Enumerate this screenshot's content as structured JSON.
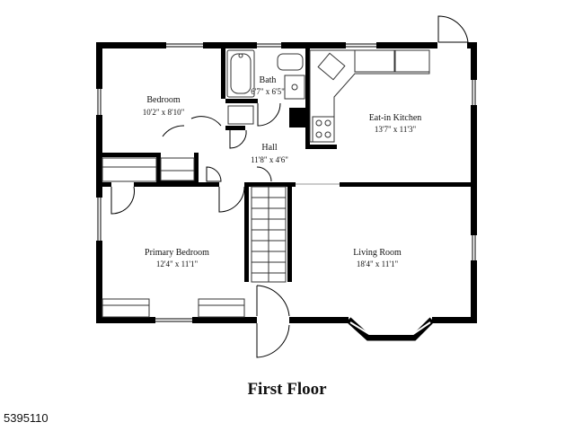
{
  "floor_title": "First Floor",
  "listing_id": "5395110",
  "rooms": {
    "bedroom": {
      "name": "Bedroom",
      "dim": "10'2\" x 8'10\""
    },
    "bath": {
      "name": "Bath",
      "dim": "6'7\" x 6'5\""
    },
    "kitchen": {
      "name": "Eat-in Kitchen",
      "dim": "13'7\" x 11'3\""
    },
    "hall": {
      "name": "Hall",
      "dim": "11'8\" x 4'6\""
    },
    "primary_bedroom": {
      "name": "Primary Bedroom",
      "dim": "12'4\" x 11'1\""
    },
    "living_room": {
      "name": "Living Room",
      "dim": "18'4\" x 11'1\""
    }
  },
  "colors": {
    "wall": "#000000",
    "background": "#ffffff",
    "fixture": "#444444"
  }
}
